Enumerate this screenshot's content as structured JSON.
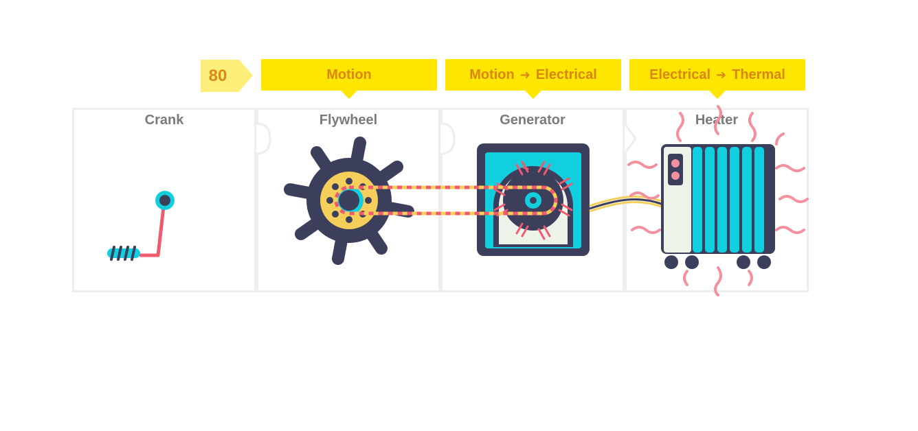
{
  "energy_badge": {
    "value": "80"
  },
  "conversions": [
    {
      "from": "Motion",
      "arrow": "",
      "to": ""
    },
    {
      "from": "Motion",
      "arrow": "➜",
      "to": "Electrical"
    },
    {
      "from": "Electrical",
      "arrow": "➜",
      "to": "Thermal"
    }
  ],
  "machines": [
    {
      "label": "Crank",
      "icon": "crank-icon"
    },
    {
      "label": "Flywheel",
      "icon": "flywheel-icon"
    },
    {
      "label": "Generator",
      "icon": "generator-icon"
    },
    {
      "label": "Heater",
      "icon": "heater-icon"
    }
  ],
  "colors": {
    "banner": "#ffe600",
    "banner_text": "#d9860f",
    "badge": "#fdee7a",
    "navy": "#3b3f5c",
    "cyan": "#12cfe0",
    "pink": "#ef5a6f",
    "yellow": "#f6cf5a",
    "slot_border": "#eeeeee"
  }
}
